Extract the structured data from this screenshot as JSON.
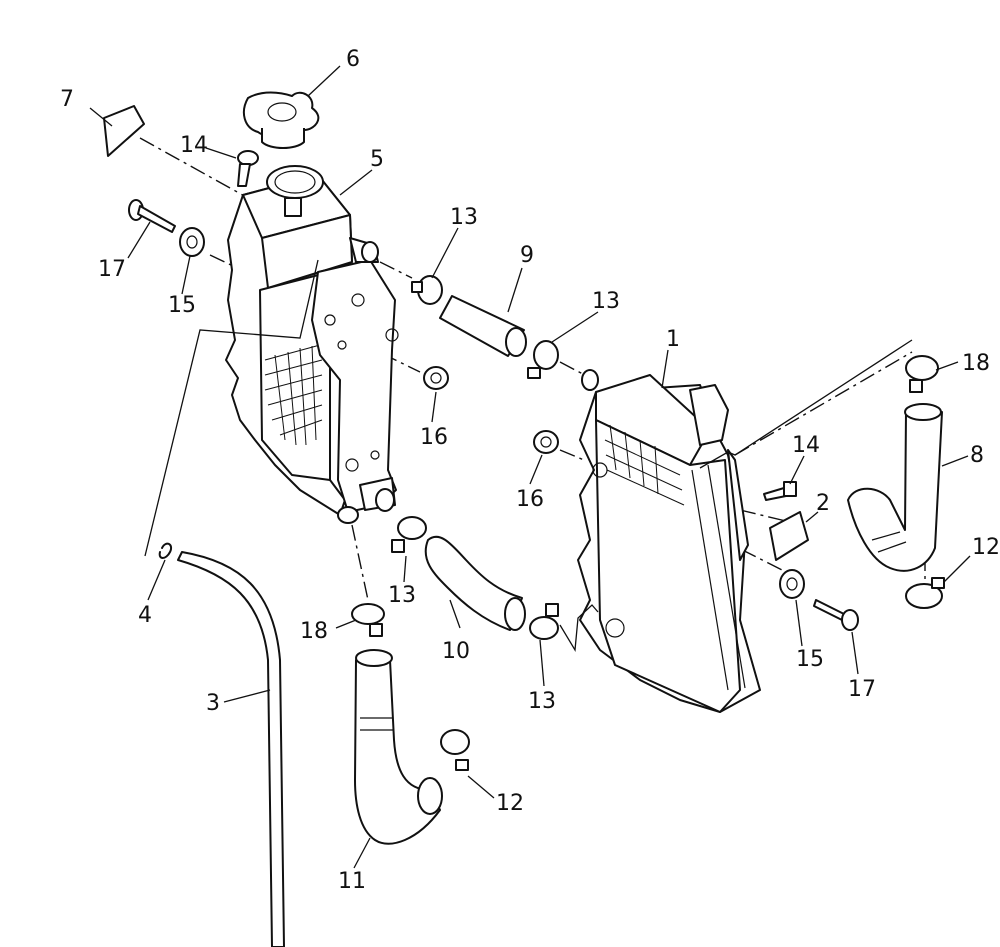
{
  "callouts": {
    "c1": "1",
    "c2": "2",
    "c3": "3",
    "c4": "4",
    "c5": "5",
    "c6": "6",
    "c7": "7",
    "c8": "8",
    "c9": "9",
    "c10": "10",
    "c11": "11",
    "c12a": "12",
    "c12b": "12",
    "c13a": "13",
    "c13b": "13",
    "c13c": "13",
    "c13d": "13",
    "c14a": "14",
    "c14b": "14",
    "c15a": "15",
    "c15b": "15",
    "c16a": "16",
    "c16b": "16",
    "c17a": "17",
    "c17b": "17",
    "c18a": "18",
    "c18b": "18"
  }
}
